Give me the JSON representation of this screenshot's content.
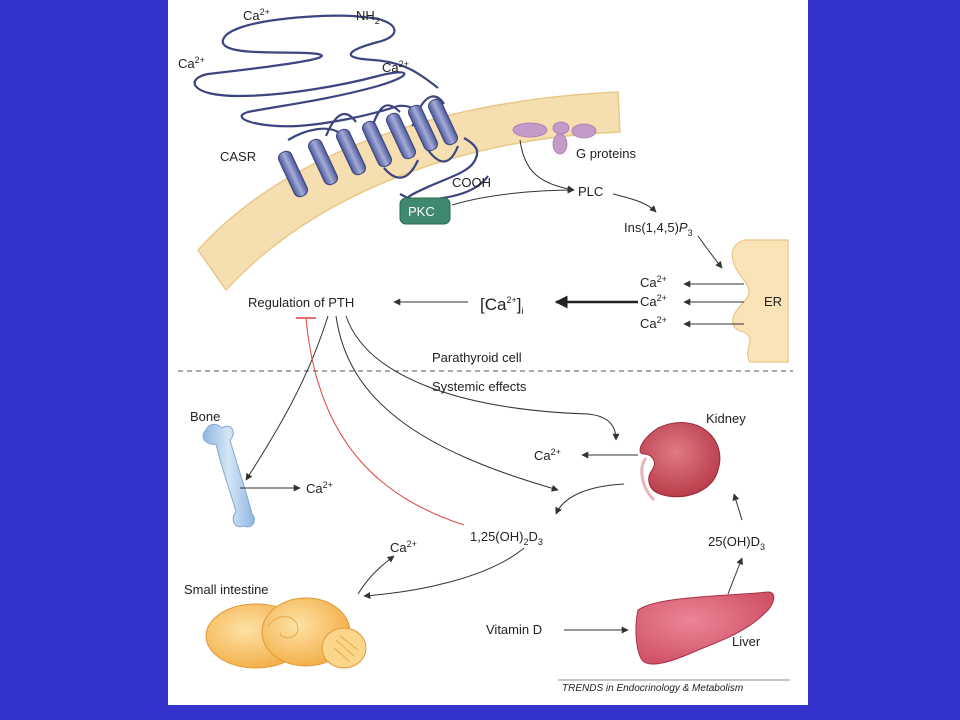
{
  "colors": {
    "page_background": "#3333cc",
    "panel_background": "#ffffff",
    "membrane": "#f5deb0",
    "receptor": "#6f78b8",
    "g_protein": "#c49ac8",
    "pkc": "#3f8a6e",
    "er": "#fbe3b8",
    "inhibition": "#e0413a",
    "kidney": "#c8434e",
    "liver": "#d9556a",
    "bone": "#a9c8e8",
    "intestine": "#f6b955"
  },
  "labels": {
    "ca_top": "Ca",
    "ca_top_sup": "2+",
    "nh2": "NH",
    "nh2_sub": "2",
    "ca_left": "Ca",
    "ca_left_sup": "2+",
    "ca_right": "Ca",
    "ca_right_sup": "2+",
    "casr": "CASR",
    "cooh": "COOH",
    "g_proteins": "G proteins",
    "pkc": "PKC",
    "plc": "PLC",
    "ins_prefix": "Ins(1,4,5)",
    "ins_p": "P",
    "ins_sub": "3",
    "ca_er1": "Ca",
    "ca_er1_sup": "2+",
    "ca_er2": "Ca",
    "ca_er2_sup": "2+",
    "ca_er3": "Ca",
    "ca_er3_sup": "2+",
    "er": "ER",
    "regulation_pth": "Regulation of PTH",
    "ca_i_open": "[Ca",
    "ca_i_sup": "2+",
    "ca_i_close": "]",
    "ca_i_sub": "i",
    "parathyroid_cell": "Parathyroid cell",
    "systemic_effects": "Systemic effects",
    "bone": "Bone",
    "ca_bone": "Ca",
    "ca_bone_sup": "2+",
    "kidney": "Kidney",
    "ca_kidney": "Ca",
    "ca_kidney_sup": "2+",
    "vitd_prefix": "1,25(OH)",
    "vitd_sub1": "2",
    "vitd_mid": "D",
    "vitd_sub2": "3",
    "ca_intestine": "Ca",
    "ca_intestine_sup": "2+",
    "oh25_prefix": "25(OH)D",
    "oh25_sub": "3",
    "small_intestine": "Small intestine",
    "vitamin_d": "Vitamin D",
    "liver": "Liver",
    "credit": "TRENDS in Endocrinology & Metabolism"
  }
}
